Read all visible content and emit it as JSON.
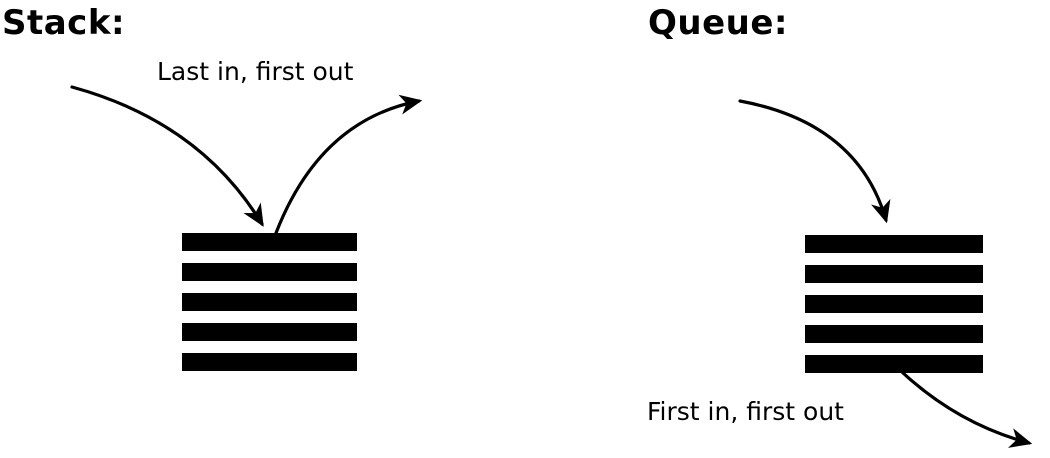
{
  "colors": {
    "ink": "#000000",
    "background": "#ffffff"
  },
  "stack": {
    "title": "Stack:",
    "caption": "Last in, first out",
    "bar_count": 5
  },
  "queue": {
    "title": "Queue:",
    "caption": "First in, first out",
    "bar_count": 5
  }
}
